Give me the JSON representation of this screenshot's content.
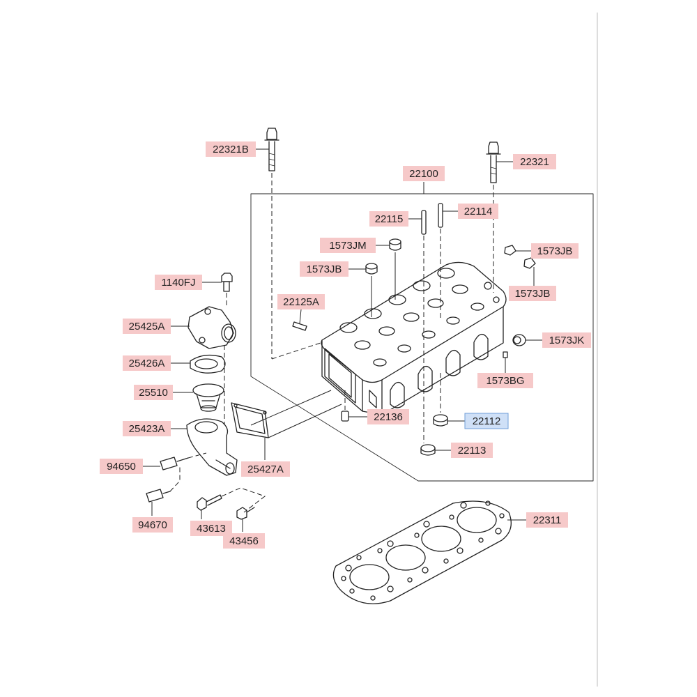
{
  "parts": [
    {
      "id": "22321B",
      "label": "22321B"
    },
    {
      "id": "22321",
      "label": "22321"
    },
    {
      "id": "22100",
      "label": "22100"
    },
    {
      "id": "22115",
      "label": "22115"
    },
    {
      "id": "22114",
      "label": "22114"
    },
    {
      "id": "1573JM",
      "label": "1573JM"
    },
    {
      "id": "1573JB_right_top",
      "label": "1573JB"
    },
    {
      "id": "1573JB_left",
      "label": "1573JB"
    },
    {
      "id": "1573JB_right",
      "label": "1573JB"
    },
    {
      "id": "1140FJ",
      "label": "1140FJ"
    },
    {
      "id": "22125A",
      "label": "22125A"
    },
    {
      "id": "25425A",
      "label": "25425A"
    },
    {
      "id": "1573JK",
      "label": "1573JK"
    },
    {
      "id": "25426A",
      "label": "25426A"
    },
    {
      "id": "1573BG",
      "label": "1573BG"
    },
    {
      "id": "25510",
      "label": "25510"
    },
    {
      "id": "22136",
      "label": "22136"
    },
    {
      "id": "22112",
      "label": "22112",
      "highlighted": true
    },
    {
      "id": "25423A",
      "label": "25423A"
    },
    {
      "id": "22113",
      "label": "22113"
    },
    {
      "id": "94650",
      "label": "94650"
    },
    {
      "id": "25427A",
      "label": "25427A"
    },
    {
      "id": "22311",
      "label": "22311"
    },
    {
      "id": "94670",
      "label": "94670"
    },
    {
      "id": "43613",
      "label": "43613"
    },
    {
      "id": "43456",
      "label": "43456"
    }
  ],
  "colors": {
    "label_fill": "#f6c9c9",
    "highlight_fill": "#cfe0f7",
    "line": "#222222"
  }
}
